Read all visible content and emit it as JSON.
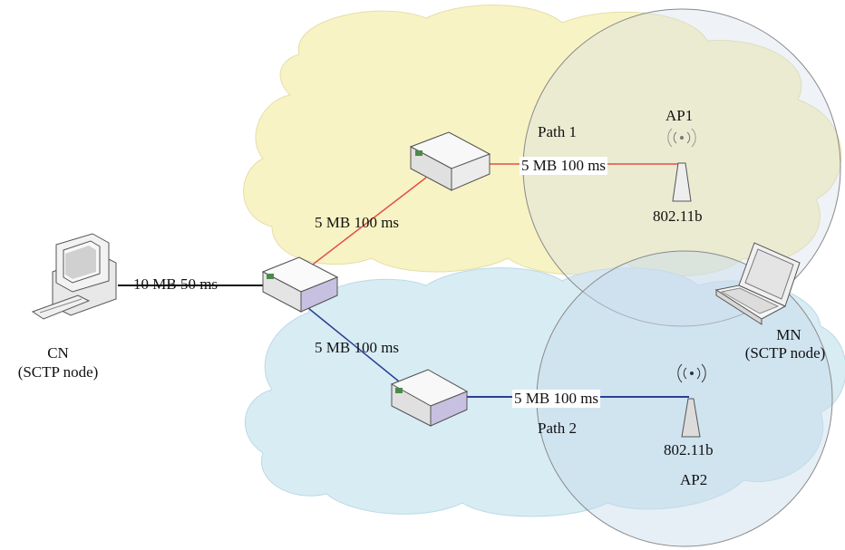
{
  "nodes": {
    "cn": {
      "name": "CN",
      "role": "(SCTP node)"
    },
    "mn": {
      "name": "MN",
      "role": "(SCTP node)"
    },
    "ap1": {
      "name": "AP1",
      "standard": "802.11b"
    },
    "ap2": {
      "name": "AP2",
      "standard": "802.11b"
    }
  },
  "links": {
    "cn_router": "10 MB 50 ms",
    "router_path1": "5 MB 100 ms",
    "router_path2": "5 MB 100 ms",
    "path1_ap1": "5 MB 100 ms",
    "path2_ap2": "5 MB 100 ms"
  },
  "paths": {
    "path1": "Path 1",
    "path2": "Path 2"
  },
  "colors": {
    "path1_line": "#e2504a",
    "path2_line": "#2a3f94",
    "cloud_yellow": "#f7f3c4",
    "cloud_blue": "#d8ecf4",
    "coverage_circle": "rgba(200,220,235,0.45)"
  }
}
